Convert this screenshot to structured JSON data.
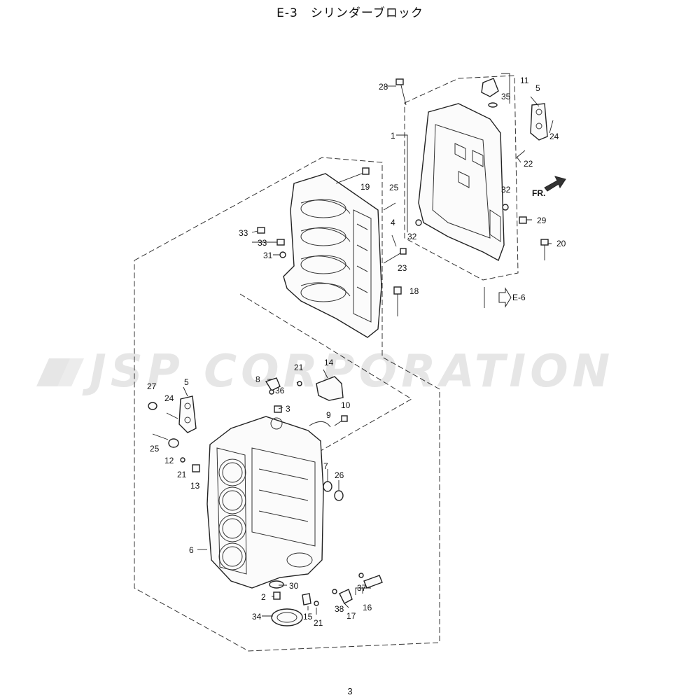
{
  "title": "E-3　シリンダーブロック",
  "page_number": "3",
  "watermark": "JSP CORPORATION",
  "direction_label": "FR.",
  "reference_label": "E-6",
  "callouts": {
    "c1": "1",
    "c2": "2",
    "c3": "3",
    "c4": "4",
    "c5a": "5",
    "c5b": "5",
    "c6": "6",
    "c7": "7",
    "c8": "8",
    "c9": "9",
    "c10": "10",
    "c11": "11",
    "c12": "12",
    "c13": "13",
    "c14": "14",
    "c15": "15",
    "c16": "16",
    "c17": "17",
    "c18": "18",
    "c19": "19",
    "c20": "20",
    "c21a": "21",
    "c21b": "21",
    "c21c": "21",
    "c22": "22",
    "c23": "23",
    "c24a": "24",
    "c24b": "24",
    "c25a": "25",
    "c25b": "25",
    "c26": "26",
    "c27": "27",
    "c28": "28",
    "c29": "29",
    "c30": "30",
    "c31": "31",
    "c32a": "32",
    "c32b": "32",
    "c33a": "33",
    "c33b": "33",
    "c34": "34",
    "c35": "35",
    "c36": "36",
    "c37": "37",
    "c38": "38"
  }
}
